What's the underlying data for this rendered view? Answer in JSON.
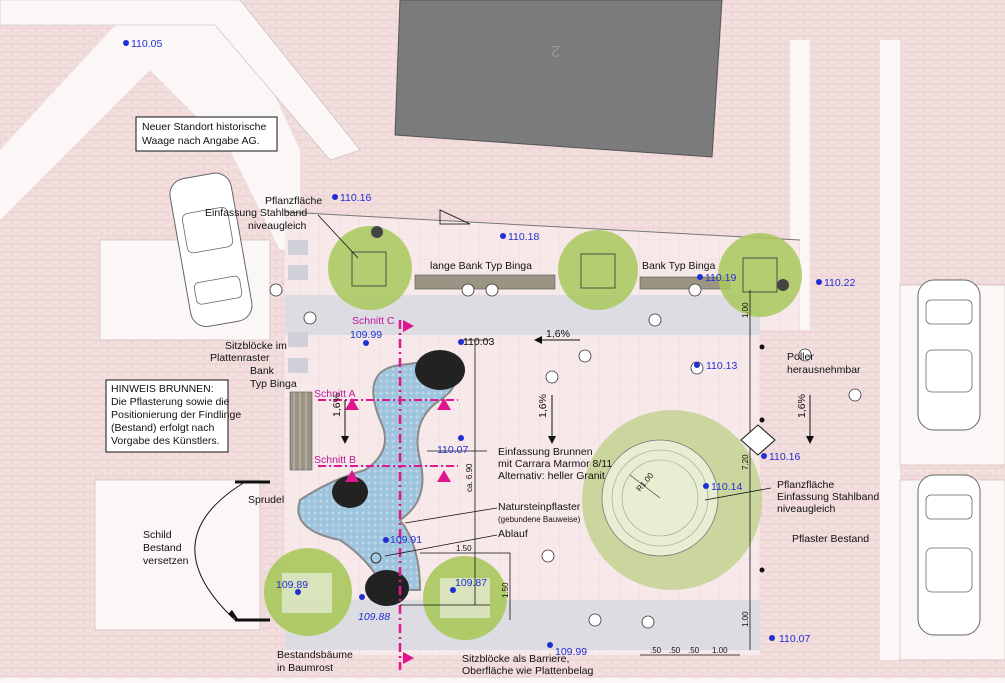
{
  "elevations": {
    "e11005": "110.05",
    "e11016": "110.16",
    "e11018": "110.18",
    "e11019": "110.19",
    "e11022": "110.22",
    "e10999_top": "109.99",
    "e11003": "110.03",
    "e11013": "110.13",
    "e11007": "110.07",
    "e11016b": "110.16",
    "e11014": "110.14",
    "e10991": "109.91",
    "e10989": "109.89",
    "e10988": "109.88",
    "e10987": "109.87",
    "e10999_bot": "109.99",
    "e11007b": "110.07"
  },
  "slopes": {
    "s1": "1,6%",
    "s2": "1,6%",
    "s3": "1,6%",
    "s4": "1,6%"
  },
  "sections": {
    "a": "Schnitt A",
    "b": "Schnitt B",
    "c": "Schnitt C"
  },
  "labels": {
    "waage_line1": "Neuer Standort historische",
    "waage_line2": "Waage nach Angabe AG.",
    "pflanz1_line1": "Pflanzfläche",
    "pflanz1_line2": "Einfassung Stahlband",
    "pflanz1_line3": "niveaugleich",
    "lange_bank": "lange Bank Typ Binga",
    "bank_binga_top": "Bank Typ Binga",
    "sitz_line1": "Sitzblöcke im",
    "sitz_line2": "Plattenraster",
    "bank_line1": "Bank",
    "bank_line2": "Typ Binga",
    "hinweis_line1": "HINWEIS BRUNNEN:",
    "hinweis_line2": "Die Pflasterung sowie die",
    "hinweis_line3": "Positionierung der Findlinge",
    "hinweis_line4": "(Bestand) erfolgt nach",
    "hinweis_line5": "Vorgabe des Künstlers.",
    "sprudel": "Sprudel",
    "schild_line1": "Schild",
    "schild_line2": "Bestand",
    "schild_line3": "versetzen",
    "einfassung_line1": "Einfassung Brunnen",
    "einfassung_line2": "mit Carrara Marmor 8/11",
    "einfassung_line3": "Alternativ: heller Granit",
    "natur_line1": "Natursteinpflaster",
    "natur_line2": "(gebundene Bauweise)",
    "ablauf": "Ablauf",
    "poller_line1": "Poller",
    "poller_line2": "herausnehmbar",
    "pflanz2_line1": "Pflanzfläche",
    "pflanz2_line2": "Einfassung Stahlband",
    "pflanz2_line3": "niveaugleich",
    "pflaster_bestand": "Pflaster Bestand",
    "bestand_line1": "Bestandsbäume",
    "bestand_line2": "in Baumrost",
    "sitzbl_line1": "Sitzblöcke als Barriere,",
    "sitzbl_line2": "Oberfläche wie Plattenbelag",
    "radius": "R1.00",
    "building_number": "2"
  },
  "dimensions": {
    "ca690": "ca. 6.90",
    "d100a": "1.00",
    "d720": "7.20",
    "d100b": "1.00",
    "d150a": "1.50",
    "d150b": "1.50",
    "d50a": ".50",
    "d50b": ".50",
    "d50c": ".50",
    "d100c": "1.00"
  },
  "colors": {
    "pavement_pink": "#f1dcdc",
    "plaza": "#f7eaea",
    "grey_strip": "#d9d9df",
    "building": "#7a7a7a",
    "water": "#8ab9d6",
    "tree_green": "#9fc24a",
    "elevation_blue": "#1f2fd1",
    "section_magenta": "#e0168f"
  }
}
